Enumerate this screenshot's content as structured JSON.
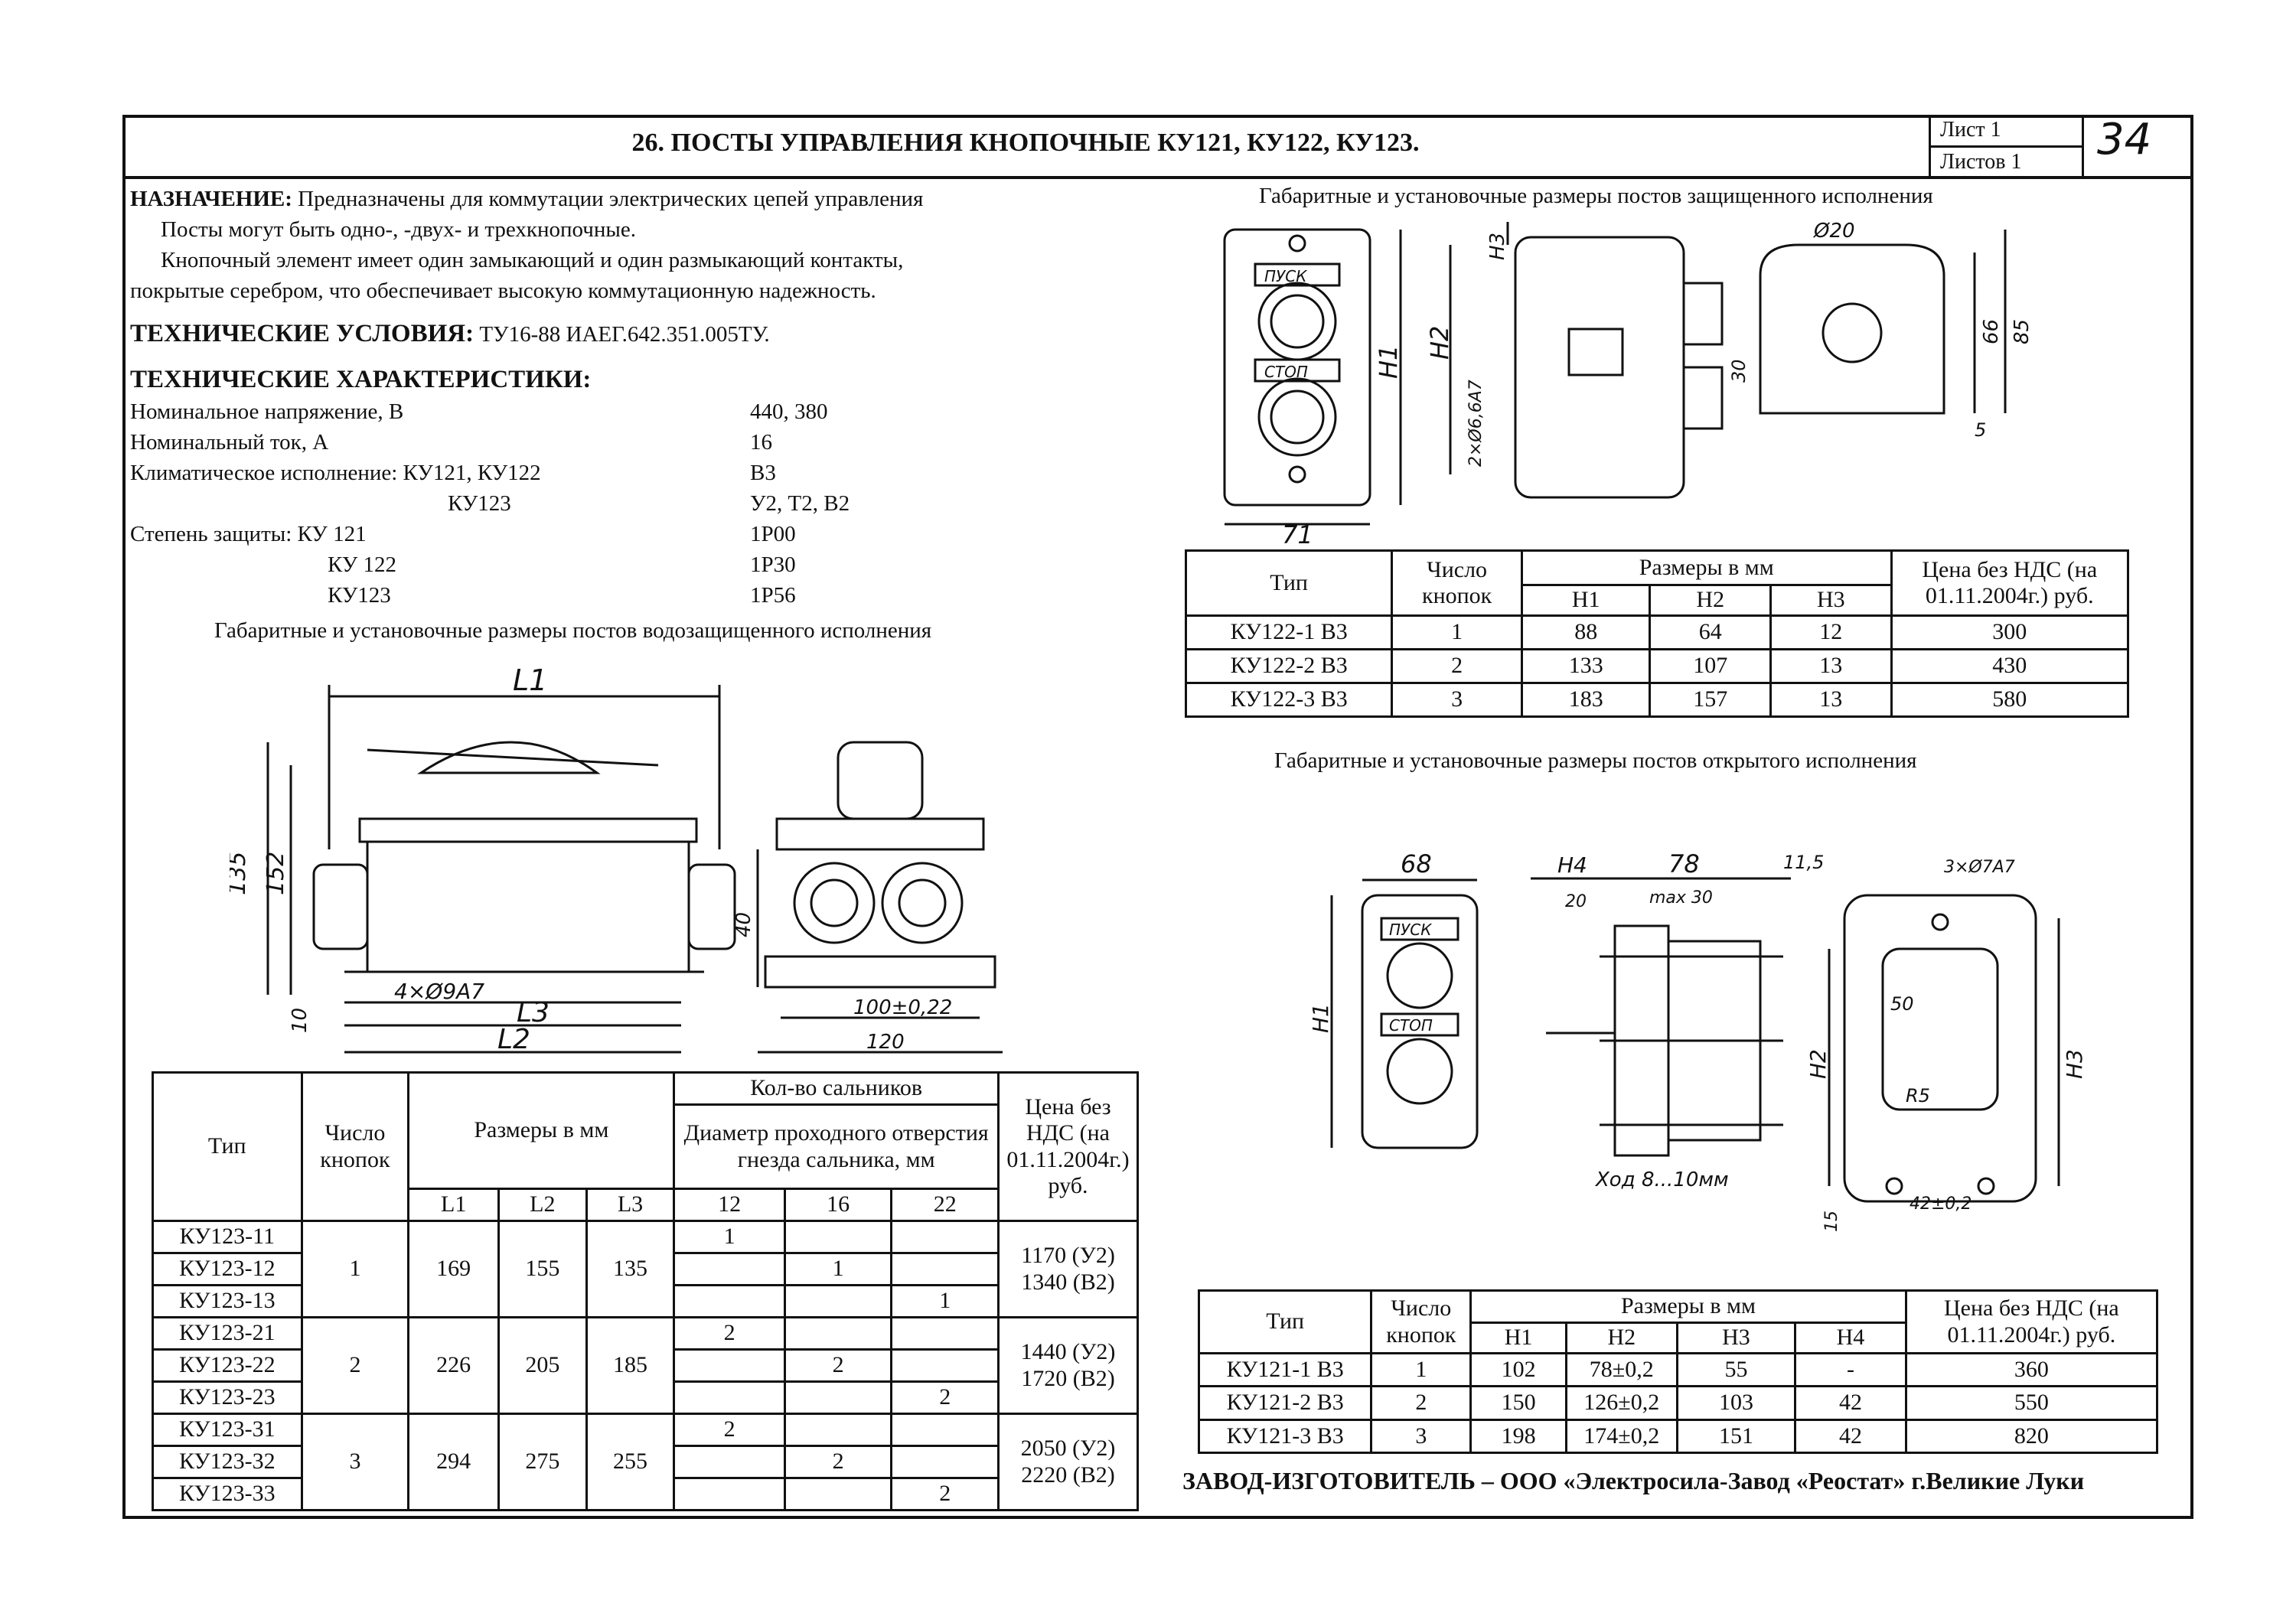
{
  "header": {
    "title": "26. ПОСТЫ УПРАВЛЕНИЯ КНОПОЧНЫЕ КУ121, КУ122, КУ123.",
    "sheet_label": "Лист 1",
    "sheets_label": "Листов 1",
    "page_number": "34"
  },
  "purpose": {
    "label": "НАЗНАЧЕНИЕ:",
    "line1": "Предназначены для коммутации электрических цепей управления",
    "line2": "Посты могут быть одно-, -двух- и трехкнопочные.",
    "line3": "Кнопочный элемент имеет один замыкающий и один размыкающий контакты,",
    "line4": "покрытые серебром, что обеспечивает высокую коммутационную надежность."
  },
  "tech_conditions": {
    "label": "ТЕХНИЧЕСКИЕ УСЛОВИЯ:",
    "value": "ТУ16-88 ИАЕГ.642.351.005ТУ."
  },
  "tech_specs": {
    "label": "ТЕХНИЧЕСКИЕ ХАРАКТЕРИСТИКИ:",
    "rows": [
      {
        "name": "Номинальное напряжение, В",
        "value": "440, 380"
      },
      {
        "name": "Номинальный ток, А",
        "value": "16"
      },
      {
        "name": "Климатическое исполнение: КУ121, КУ122",
        "value": "В3"
      },
      {
        "name": "КУ123",
        "value": "У2, Т2, В2"
      },
      {
        "name": "Степень защиты: КУ 121",
        "value": "1Р00"
      },
      {
        "name": "КУ 122",
        "value": "1Р30"
      },
      {
        "name": "КУ123",
        "value": "1Р56"
      }
    ]
  },
  "captions": {
    "waterproof": "Габаритные и установочные размеры постов водозащищенного исполнения",
    "protected": "Габаритные и установочные размеры постов защищенного исполнения",
    "open": "Габаритные и установочные размеры постов открытого исполнения"
  },
  "drawing_labels": {
    "pusk": "ПУСК",
    "stop": "СТОП",
    "ku123": {
      "L1": "L1",
      "L2": "L2",
      "L3": "L3",
      "d135": "135",
      "d152": "152",
      "d10": "10",
      "holes": "4×Ø9A7",
      "d40": "40",
      "d100": "100±0,22",
      "d120": "120"
    },
    "ku122": {
      "H1": "H1",
      "H2": "H2",
      "H3": "H3",
      "holes": "2×Ø6,6A7",
      "d71": "71",
      "d20": "Ø20",
      "d30": "30",
      "d66": "66",
      "d85": "85",
      "d5": "5"
    },
    "ku121": {
      "d68": "68",
      "H1": "H1",
      "H4": "H4",
      "d78": "78",
      "d11": "11,5",
      "d20": "20",
      "max": "max 30",
      "holes": "3×Ø7A7",
      "d50": "50",
      "R5": "R5",
      "d42": "42±0,2",
      "d15": "15",
      "H2": "H2",
      "H3": "H3",
      "stroke": "Ход 8...10мм"
    }
  },
  "table_ku122": {
    "h_type": "Тип",
    "h_buttons": "Число кнопок",
    "h_dims": "Размеры в мм",
    "h_price": "Цена без НДС (на 01.11.2004г.) руб.",
    "h_H1": "H1",
    "h_H2": "H2",
    "h_H3": "H3",
    "rows": [
      {
        "type": "КУ122-1 В3",
        "buttons": "1",
        "H1": "88",
        "H2": "64",
        "H3": "12",
        "price": "300"
      },
      {
        "type": "КУ122-2 В3",
        "buttons": "2",
        "H1": "133",
        "H2": "107",
        "H3": "13",
        "price": "430"
      },
      {
        "type": "КУ122-3 В3",
        "buttons": "3",
        "H1": "183",
        "H2": "157",
        "H3": "13",
        "price": "580"
      }
    ]
  },
  "table_ku121": {
    "h_type": "Тип",
    "h_buttons": "Число кнопок",
    "h_dims": "Размеры в мм",
    "h_price": "Цена без НДС (на 01.11.2004г.) руб.",
    "h_H1": "H1",
    "h_H2": "H2",
    "h_H3": "H3",
    "h_H4": "H4",
    "rows": [
      {
        "type": "КУ121-1 В3",
        "buttons": "1",
        "H1": "102",
        "H2": "78±0,2",
        "H3": "55",
        "H4": "-",
        "price": "360"
      },
      {
        "type": "КУ121-2 В3",
        "buttons": "2",
        "H1": "150",
        "H2": "126±0,2",
        "H3": "103",
        "H4": "42",
        "price": "550"
      },
      {
        "type": "КУ121-3 В3",
        "buttons": "3",
        "H1": "198",
        "H2": "174±0,2",
        "H3": "151",
        "H4": "42",
        "price": "820"
      }
    ]
  },
  "table_ku123": {
    "h_type": "Тип",
    "h_buttons": "Число кнопок",
    "h_dims": "Размеры в мм",
    "h_glands": "Кол-во сальников",
    "h_diam": "Диаметр проходного отверстия гнезда сальника, мм",
    "h_price": "Цена без НДС (на 01.11.2004г.) руб.",
    "h_L1": "L1",
    "h_L2": "L2",
    "h_L3": "L3",
    "h_12": "12",
    "h_16": "16",
    "h_22": "22",
    "groups": [
      {
        "buttons": "1",
        "L1": "169",
        "L2": "155",
        "L3": "135",
        "price1": "1170 (У2)",
        "price2": "1340 (В2)",
        "rows": [
          {
            "type": "КУ123-11",
            "g12": "1",
            "g16": "",
            "g22": ""
          },
          {
            "type": "КУ123-12",
            "g12": "",
            "g16": "1",
            "g22": ""
          },
          {
            "type": "КУ123-13",
            "g12": "",
            "g16": "",
            "g22": "1"
          }
        ]
      },
      {
        "buttons": "2",
        "L1": "226",
        "L2": "205",
        "L3": "185",
        "price1": "1440 (У2)",
        "price2": "1720 (В2)",
        "rows": [
          {
            "type": "КУ123-21",
            "g12": "2",
            "g16": "",
            "g22": ""
          },
          {
            "type": "КУ123-22",
            "g12": "",
            "g16": "2",
            "g22": ""
          },
          {
            "type": "КУ123-23",
            "g12": "",
            "g16": "",
            "g22": "2"
          }
        ]
      },
      {
        "buttons": "3",
        "L1": "294",
        "L2": "275",
        "L3": "255",
        "price1": "2050 (У2)",
        "price2": "2220 (В2)",
        "rows": [
          {
            "type": "КУ123-31",
            "g12": "2",
            "g16": "",
            "g22": ""
          },
          {
            "type": "КУ123-32",
            "g12": "",
            "g16": "2",
            "g22": ""
          },
          {
            "type": "КУ123-33",
            "g12": "",
            "g16": "",
            "g22": "2"
          }
        ]
      }
    ]
  },
  "footer": "ЗАВОД-ИЗГОТОВИТЕЛЬ – ООО «Электросила-Завод «Реостат» г.Великие Луки"
}
